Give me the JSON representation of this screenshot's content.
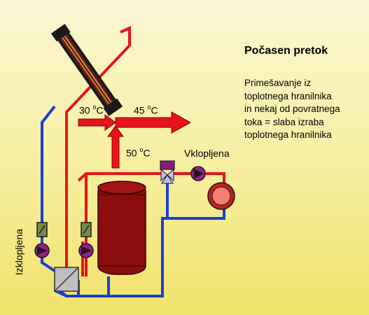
{
  "title": "Počasen pretok",
  "description": [
    "Primešavanje iz",
    "toplotnega hranilnika",
    "in nekaj od povratnega",
    "toka = slaba izraba",
    "toplotnega hranilnika"
  ],
  "temperatures": {
    "inlet": {
      "value": "30",
      "unit": "C"
    },
    "outlet": {
      "value": "45",
      "unit": "C"
    },
    "tank": {
      "value": "50",
      "unit": "C"
    }
  },
  "labels": {
    "pump_on": "Vklopljena",
    "pump_off": "Izklopljena"
  },
  "colors": {
    "hot_line": "#e8141a",
    "cold_line": "#1a3fd8",
    "tank": "#8b0d0d",
    "pump": "#9b1c8c",
    "valve": "#8b1b7e",
    "heat_exchanger": "#bfbfbf",
    "radiator": "#f08070"
  }
}
